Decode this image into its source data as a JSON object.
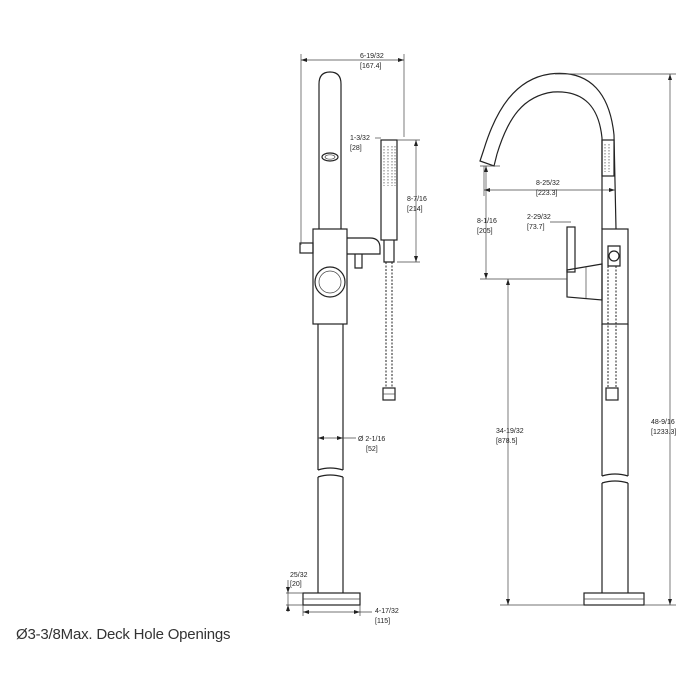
{
  "caption": "Ø3-3/8Max. Deck Hole Openings",
  "dimensions": {
    "overall_width": {
      "imperial": "6-19/32",
      "metric": "[167.4]"
    },
    "handshower_dia": {
      "imperial": "1-3/32",
      "metric": "[28]"
    },
    "handshower_length": {
      "imperial": "8-7/16",
      "metric": "[214]"
    },
    "body_dia": {
      "imperial": "2-1/16",
      "metric": "[52]"
    },
    "base_height": {
      "imperial": "25/32",
      "metric": "[20]"
    },
    "base_dia": {
      "imperial": "4-17/32",
      "metric": "[115]"
    },
    "spout_reach": {
      "imperial": "8-25/32",
      "metric": "[223.3]"
    },
    "spout_height": {
      "imperial": "8-1/16",
      "metric": "[205]"
    },
    "handle_length": {
      "imperial": "2-29/32",
      "metric": "[73.7]"
    },
    "spout_outlet_height": {
      "imperial": "34-19/32",
      "metric": "[878.5]"
    },
    "overall_height": {
      "imperial": "48-9/16",
      "metric": "[1233.3]"
    }
  }
}
